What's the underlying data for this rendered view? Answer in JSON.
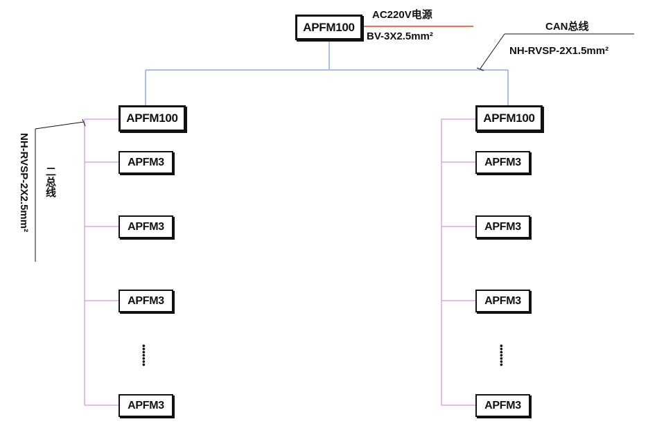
{
  "nodes": {
    "top": "APFM100",
    "left_master": "APFM100",
    "right_master": "APFM100",
    "module": "APFM3"
  },
  "annotations": {
    "power": "AC220V电源",
    "power_cable": "BV-3X2.5mm²",
    "can_bus": "CAN总线",
    "can_cable": "NH-RVSP-2X1.5mm²",
    "two_bus": "二总线",
    "two_bus_cable": "NH-RVSP-2X2.5mm²",
    "ellipsis_left": "•••••••",
    "ellipsis_right": "•••••••"
  },
  "colors": {
    "can_line": "#8fa8f0",
    "power_line": "#f07050",
    "bus_line": "#d8a8e8",
    "leader": "#111111"
  }
}
